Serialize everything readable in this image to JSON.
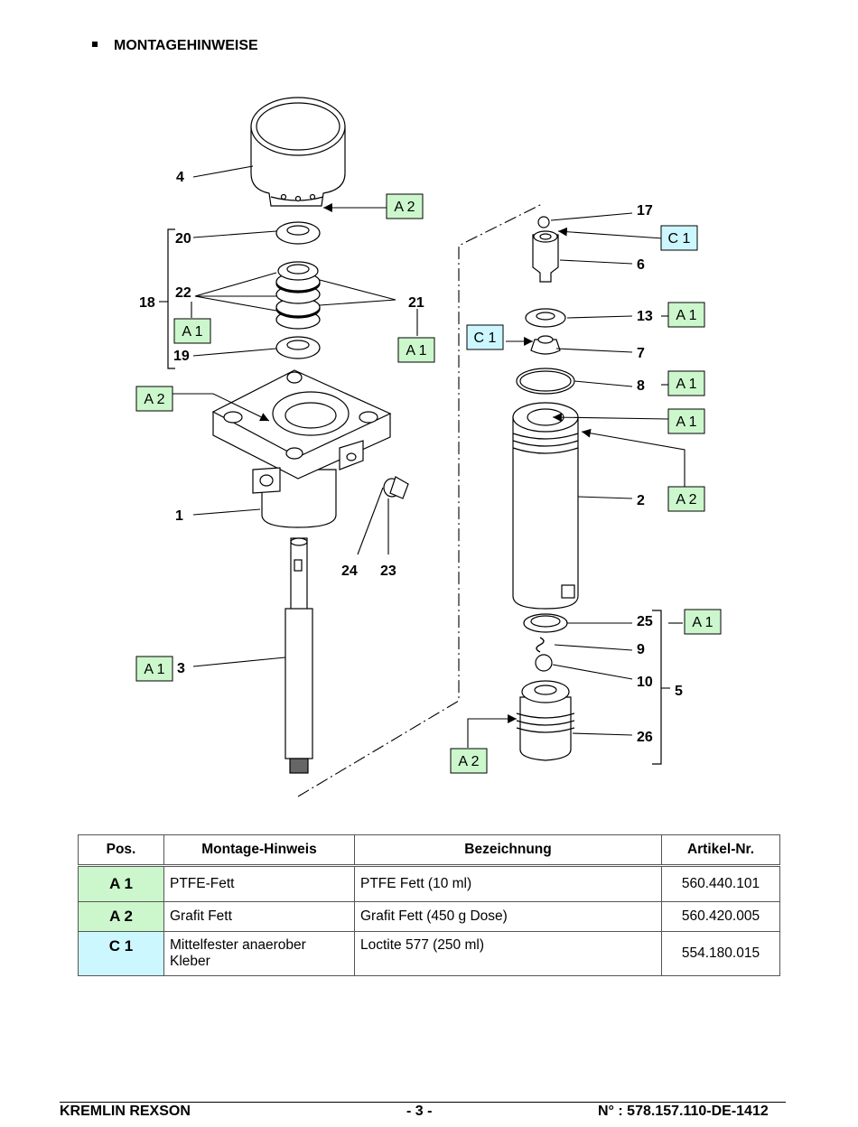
{
  "heading": "MONTAGEHINWEISE",
  "drawing": {
    "numbers": [
      "4",
      "20",
      "18",
      "22",
      "19",
      "1",
      "3",
      "24",
      "23",
      "17",
      "6",
      "13",
      "7",
      "8",
      "2",
      "25",
      "9",
      "10",
      "5",
      "26",
      "21"
    ],
    "labels": {
      "A1": "A 1",
      "A2": "A 2",
      "C1": "C 1"
    },
    "colors": {
      "A": "#ccf7cc",
      "C": "#ccf7ff"
    }
  },
  "table": {
    "headers": [
      "Pos.",
      "Montage-Hinweis",
      "Bezeichnung",
      "Artikel-Nr."
    ],
    "rows": [
      {
        "pos": "A 1",
        "hint": "PTFE-Fett",
        "name": "PTFE Fett (10 ml)",
        "art": "560.440.101"
      },
      {
        "pos": "A 2",
        "hint": "Grafit Fett",
        "name": "Grafit Fett (450 g Dose)",
        "art": "560.420.005"
      },
      {
        "pos": "C 1",
        "hint": "Mittelfester anaerober Kleber",
        "name": "Loctite 577 (250 ml)",
        "art": "554.180.015"
      }
    ]
  },
  "footer": {
    "left": "KREMLIN REXSON",
    "center": "- 3 -",
    "right": "N° :  578.157.110-DE-1412"
  }
}
